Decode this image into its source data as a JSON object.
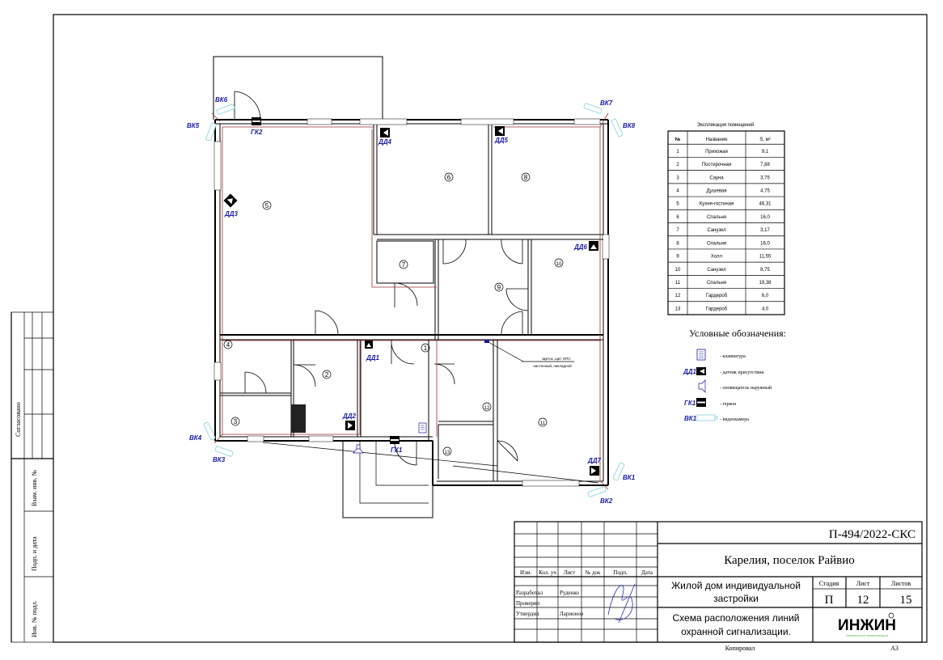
{
  "sheet": {
    "code": "П-494/2022-СКС",
    "location": "Карелия, поселок Райвио",
    "object": "Жилой дом индивидуальной застройки",
    "object_line1": "Жилой дом индивидуальной",
    "object_line2": "застройки",
    "drawing_title_line1": "Схема расположения линий",
    "drawing_title_line2": "охранной сигнализации.",
    "stage_label": "Стадия",
    "sheet_label": "Лист",
    "sheets_label": "Листов",
    "stage": "П",
    "sheet": "12",
    "sheets": "15",
    "logo_text": "ИНЖИН",
    "logo_sub": "Инженерные коммуникации",
    "copied_label": "Копировал",
    "format": "А3",
    "columns": [
      "Изм.",
      "Кол. уч",
      "Лист",
      "№ док",
      "Подп.",
      "Дата"
    ],
    "roles": [
      {
        "role": "Разработал",
        "name": "Руденко"
      },
      {
        "role": "Проверил",
        "name": ""
      },
      {
        "role": "Утвердил",
        "name": "Ларионов"
      }
    ]
  },
  "side_strip": {
    "agreed": "Согласовано",
    "inv_replace": "Взам. инв. №",
    "sign_date": "Подп. и дата",
    "inv_orig": "Инв. № подл."
  },
  "explication": {
    "title": "Экспликация помещений",
    "headers": [
      "№",
      "Название",
      "S, м²"
    ],
    "rows": [
      [
        "1",
        "Прихожая",
        "9,1"
      ],
      [
        "2",
        "Постирочная",
        "7,88"
      ],
      [
        "3",
        "Сауна",
        "3,75"
      ],
      [
        "4",
        "Душевая",
        "4,75"
      ],
      [
        "5",
        "Кухня-гостиная",
        "46,31"
      ],
      [
        "6",
        "Спальня",
        "16,0"
      ],
      [
        "7",
        "Санузел",
        "3,17"
      ],
      [
        "8",
        "Спальня",
        "16,0"
      ],
      [
        "9",
        "Холл",
        "11,55"
      ],
      [
        "10",
        "Санузел",
        "8,75"
      ],
      [
        "11",
        "Спальня",
        "19,38"
      ],
      [
        "12",
        "Гардероб",
        "6,0"
      ],
      [
        "13",
        "Гардероб",
        "4,0"
      ]
    ]
  },
  "legend": {
    "title": "Условные обозначения:",
    "items": [
      {
        "tag": "",
        "text": "- клавиатура",
        "icon": "keypad-icon"
      },
      {
        "tag": "ДД1",
        "text": "- датчик присутствия",
        "icon": "motion-sensor-icon"
      },
      {
        "tag": "",
        "text": "- оповещатель наружный",
        "icon": "siren-icon"
      },
      {
        "tag": "ГК1",
        "text": "- геркон",
        "icon": "reed-switch-icon"
      },
      {
        "tag": "ВК1",
        "text": "- видеокамера",
        "icon": "camera-icon"
      }
    ]
  },
  "plan": {
    "rooms": [
      "1",
      "2",
      "3",
      "4",
      "5",
      "6",
      "7",
      "8",
      "9",
      "10",
      "11",
      "12",
      "13"
    ],
    "sensors": [
      "ДД1",
      "ДД2",
      "ДД3",
      "ДД4",
      "ДД5",
      "ДД6",
      "ДД7"
    ],
    "reeds": [
      "ГК1",
      "ГК2"
    ],
    "cameras": [
      "ВК1",
      "ВК2",
      "ВК3",
      "ВК4",
      "ВК5",
      "ВК6",
      "ВК7",
      "ВК8"
    ],
    "panel_note_line1": "Щиток, щит ОПС",
    "panel_note_line2": "настенный, накладной"
  },
  "colors": {
    "wiring": "#a03030",
    "labels": "#1a1aa8",
    "camera": "#7fd3dc",
    "logo_green": "#5cb85c"
  }
}
